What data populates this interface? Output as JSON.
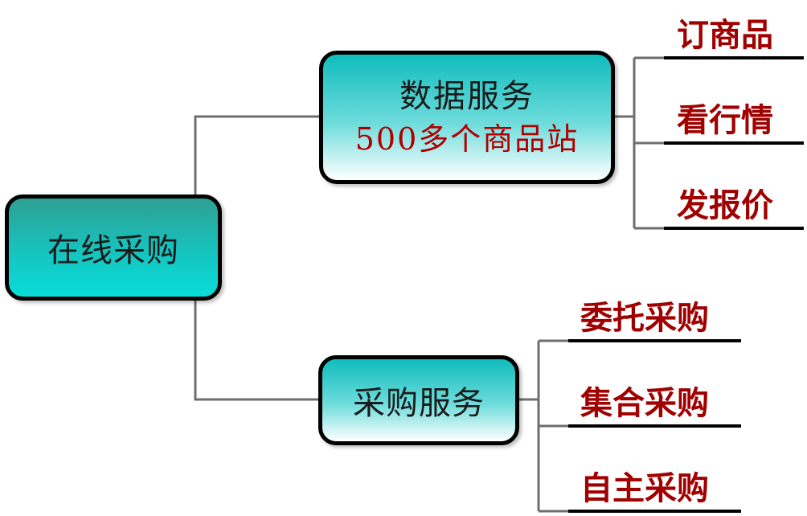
{
  "diagram": {
    "root": {
      "label": "在线采购"
    },
    "branches": [
      {
        "label": "数据服务",
        "sublabel": "500多个商品站",
        "children": [
          "订商品",
          "看行情",
          "发报价"
        ]
      },
      {
        "label": "采购服务",
        "children": [
          "委托采购",
          "集合采购",
          "自主采购"
        ]
      }
    ],
    "colors": {
      "connector": "#6e6e6e",
      "leaf_text": "#a00000",
      "sublabel_text": "#b00000",
      "node_border": "#000000"
    }
  }
}
